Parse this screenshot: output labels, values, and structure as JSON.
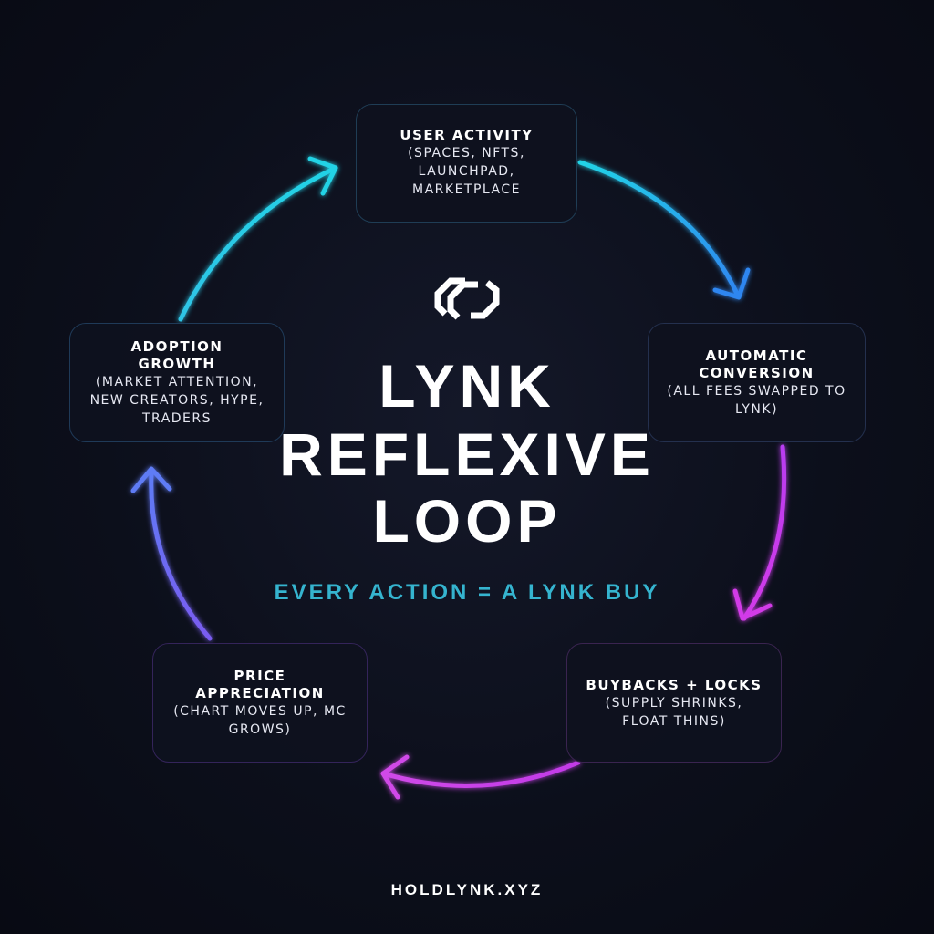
{
  "title_lines": [
    "LYNK",
    "REFLEXIVE",
    "LOOP"
  ],
  "tagline": "EVERY ACTION = A LYNK BUY",
  "footer": "HOLDLYNK.XYZ",
  "logo_icon": "lynk-logo-icon",
  "nodes": {
    "user_activity": {
      "title": "USER ACTIVITY",
      "sub": [
        "(SPACES, NFTS,",
        "LAUNCHPAD,",
        "MARKETPLACE"
      ]
    },
    "automatic_conversion": {
      "title": [
        "AUTOMATIC",
        "CONVERSION"
      ],
      "sub": [
        "(ALL FEES SWAPPED TO",
        "LYNK)"
      ]
    },
    "buybacks_locks": {
      "title": "BUYBACKS + LOCKS",
      "sub": [
        "(SUPPLY SHRINKS,",
        "FLOAT THINS)"
      ]
    },
    "price_appreciation": {
      "title": [
        "PRICE",
        "APPRECIATION"
      ],
      "sub": [
        "(CHART MOVES UP, MC",
        "GROWS)"
      ]
    },
    "adoption_growth": {
      "title": [
        "ADOPTION",
        "GROWTH"
      ],
      "sub": [
        "(MARKET ATTENTION,",
        "NEW CREATORS, HYPE,",
        "TRADERS"
      ]
    }
  },
  "colors": {
    "cyan": "#22d3e6",
    "blue": "#2f86f0",
    "magenta": "#d23ae8",
    "violet": "#7a5cf0",
    "tagline": "#35b4cf",
    "background": "#0c0f1b"
  }
}
